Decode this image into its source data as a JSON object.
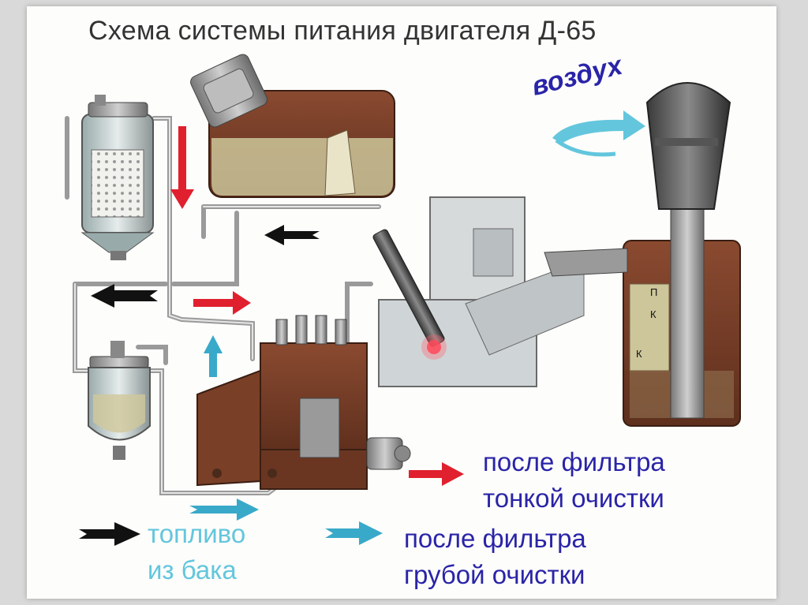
{
  "title": "Схема системы питания двигателя Д-65",
  "air_label": "воздух",
  "cleaner_letters": [
    "П",
    "К",
    "К"
  ],
  "legend": {
    "fine_filter": [
      "после фильтра",
      "тонкой очистки"
    ],
    "coarse_filter": [
      "после фильтра",
      "грубой очистки"
    ],
    "from_tank": [
      "топливо",
      "из бака"
    ]
  },
  "colors": {
    "fine_filter_arrow": "#e0202e",
    "coarse_filter_arrow": "#39a9c9",
    "from_tank_arrow": "#111111",
    "legend_text": "#2a24a8",
    "tank_text": "#63c6dd"
  }
}
